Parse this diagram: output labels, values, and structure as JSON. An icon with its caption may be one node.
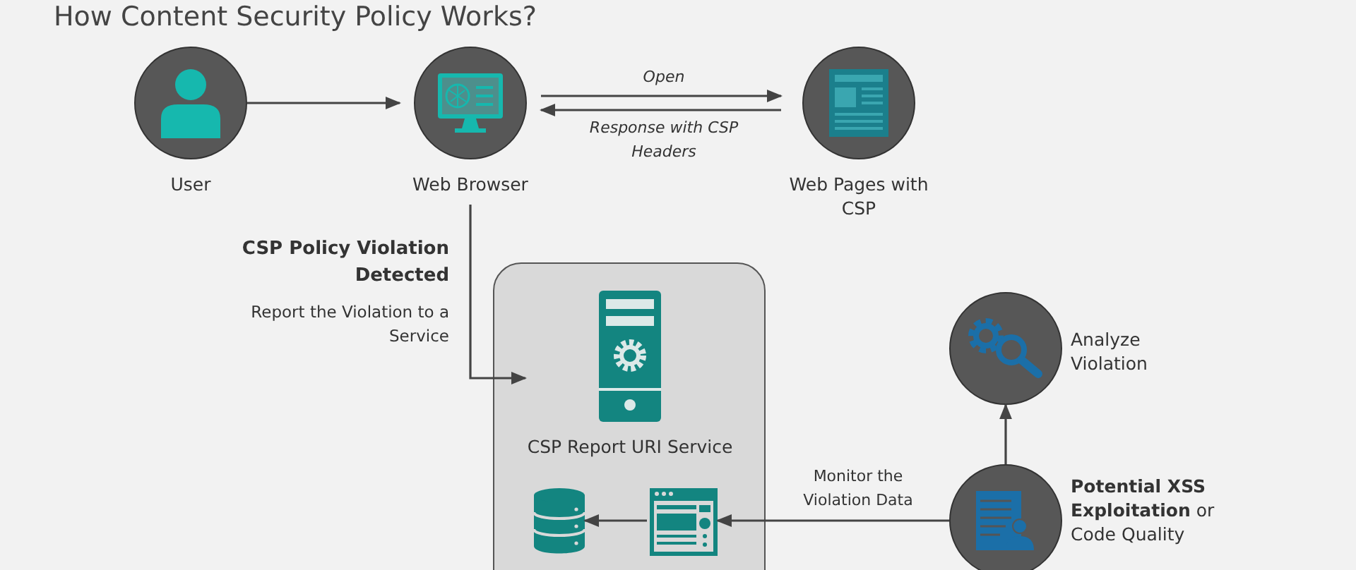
{
  "diagram": {
    "title": "How Content Security Policy Works?",
    "nodes": [
      {
        "text": [
          "User"
        ]
      },
      {
        "text": [
          "Web Browser"
        ]
      },
      {
        "text": [
          "Web Pages with CSP"
        ]
      },
      {
        "text": [],
        "shape": "box"
      },
      {
        "text": [
          "CSP Report URI Service"
        ],
        "in": 3
      },
      {
        "text": [],
        "shape": "cylinder",
        "in": 3
      },
      {
        "text": [],
        "shape": "picture",
        "in": 3
      },
      {
        "text": [
          "Analyze Violation"
        ]
      },
      {
        "text": [
          "**Potential XSS Exploitation** or Code Quality"
        ]
      }
    ],
    "edges": [
      {
        "from": 0,
        "to": 1,
        "arrow": "to"
      },
      {
        "from": 1,
        "to": 2,
        "arrow": "to",
        "label": "Open"
      },
      {
        "from": 2,
        "to": 1,
        "arrow": "to",
        "label": "Response with CSP Headers"
      },
      {
        "from": 1,
        "to": 4,
        "arrow": "to"
      },
      {
        "from": 8,
        "to": 6,
        "arrow": "to",
        "label": "Monitor the Violation Data"
      },
      {
        "from": 6,
        "to": 5,
        "arrow": "to"
      },
      {
        "from": 8,
        "to": 7,
        "arrow": "to"
      }
    ],
    "labels": [
      "CSP Policy Violation Detected",
      "Report the Violation to a Service"
    ]
  }
}
